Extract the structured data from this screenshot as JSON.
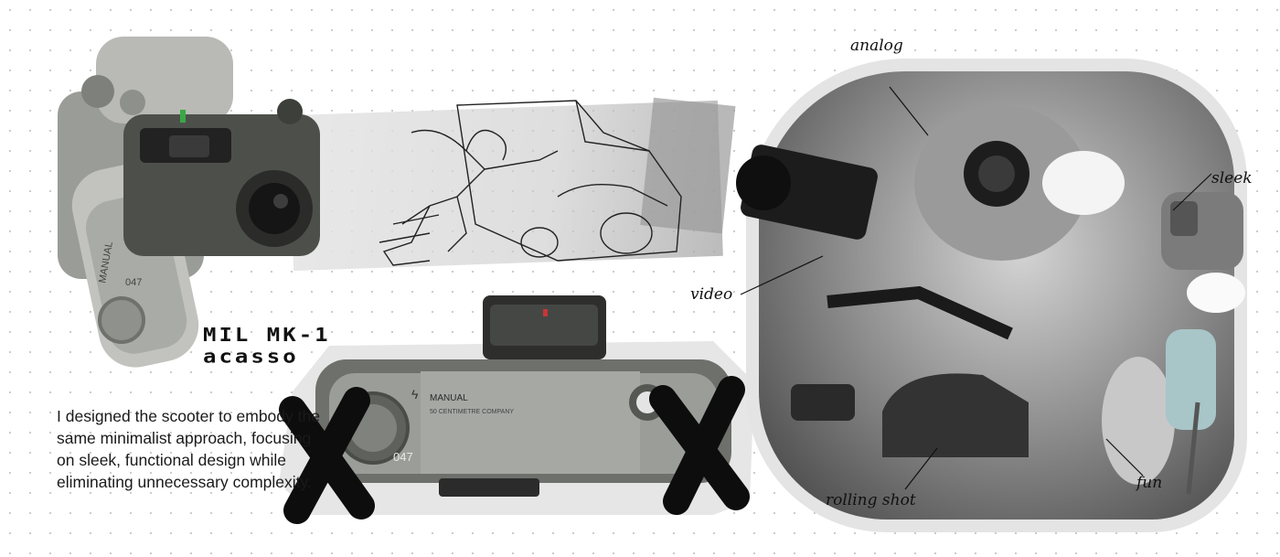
{
  "title": {
    "line1": "MIL MK-1",
    "line2": "acasso"
  },
  "description": "I designed the scooter to embody the same minimalist approach, focusing on sleek, functional design while eliminating unnecessary complexity.",
  "camera": {
    "brand": "MANUAL",
    "counter": "047",
    "subtext": "50 CENTIMETRE COMPANY"
  },
  "annotations": {
    "analog": "analog",
    "sleek": "sleek",
    "video": "video",
    "rolling_shot": "rolling shot",
    "fun": "fun"
  },
  "colors": {
    "background": "#ffffff",
    "dots": "#c9c9c9",
    "camera_body": "#4a4d48",
    "camera_dark": "#2a2b29",
    "frame": "#dfe6df",
    "ink": "#111111"
  }
}
